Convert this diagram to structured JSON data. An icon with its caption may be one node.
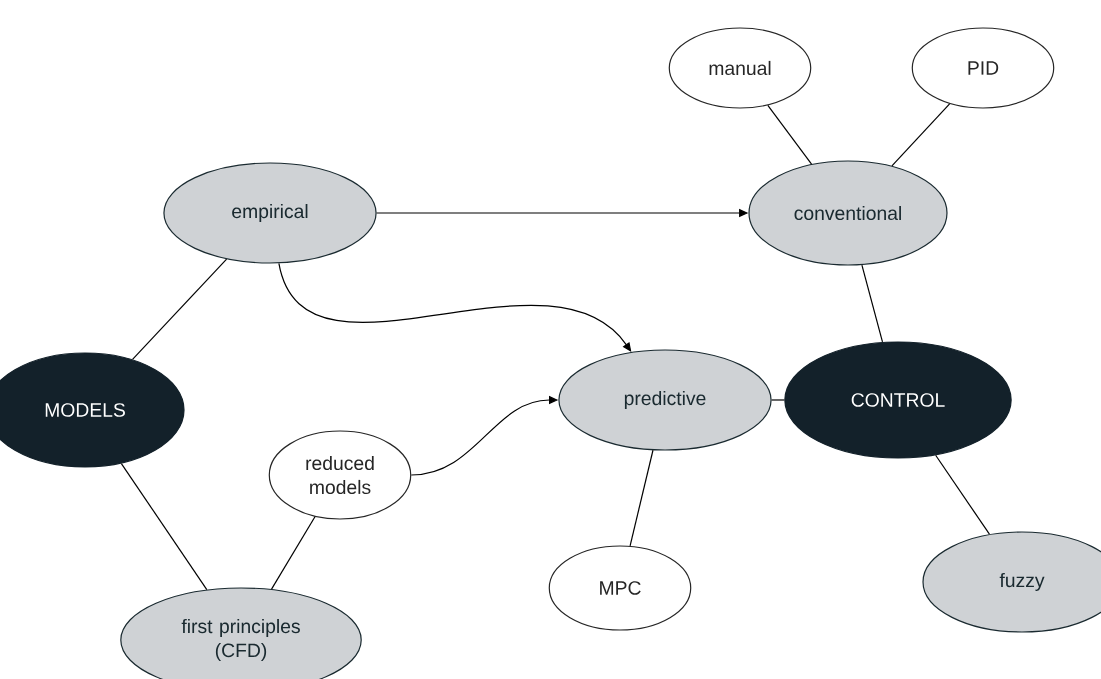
{
  "diagram": {
    "nodes": [
      {
        "text": [
          "manual"
        ]
      },
      {
        "text": [
          "PID"
        ]
      },
      {
        "text": [
          "empirical"
        ]
      },
      {
        "text": [
          "conventional"
        ]
      },
      {
        "text": [
          "MODELS"
        ]
      },
      {
        "text": [
          "predictive"
        ]
      },
      {
        "text": [
          "CONTROL"
        ]
      },
      {
        "text": [
          "reduced models"
        ]
      },
      {
        "text": [
          "MPC"
        ]
      },
      {
        "text": [
          "fuzzy"
        ]
      },
      {
        "text": [
          "first principles (CFD)"
        ]
      }
    ],
    "edges": [
      {
        "from": 0,
        "to": 3,
        "arrow": "none"
      },
      {
        "from": 1,
        "to": 3,
        "arrow": "none"
      },
      {
        "from": 2,
        "to": 3,
        "arrow": "to"
      },
      {
        "from": 2,
        "to": 5,
        "arrow": "to"
      },
      {
        "from": 2,
        "to": 4,
        "arrow": "none"
      },
      {
        "from": 4,
        "to": 10,
        "arrow": "none"
      },
      {
        "from": 10,
        "to": 7,
        "arrow": "none"
      },
      {
        "from": 7,
        "to": 5,
        "arrow": "to"
      },
      {
        "from": 5,
        "to": 6,
        "arrow": "none"
      },
      {
        "from": 5,
        "to": 8,
        "arrow": "none"
      },
      {
        "from": 3,
        "to": 6,
        "arrow": "none"
      },
      {
        "from": 6,
        "to": 9,
        "arrow": "none"
      }
    ]
  }
}
